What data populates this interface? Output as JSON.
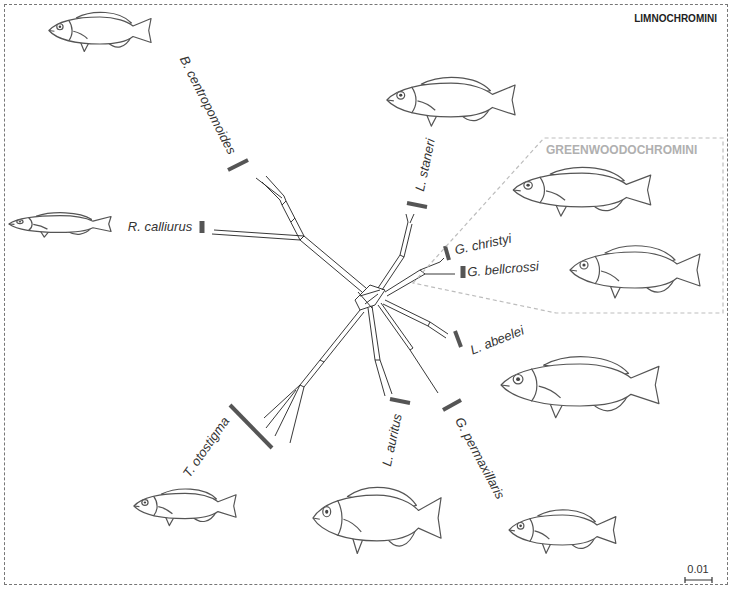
{
  "diagram": {
    "nodes": [
      {
        "text": [
          "LIMNOCHROMINI"
        ]
      },
      {
        "text": [
          "GREENWOODOCHROMINI"
        ],
        "in": 0
      }
    ],
    "labels": [
      "B. centropomoides",
      "R. calliurus",
      "L. staneri",
      "G. christyi",
      "G. bellcrossi",
      "L. abeelei",
      "T. otostigma",
      "L. auritus",
      "G. permaxillaris",
      "0.01"
    ]
  }
}
